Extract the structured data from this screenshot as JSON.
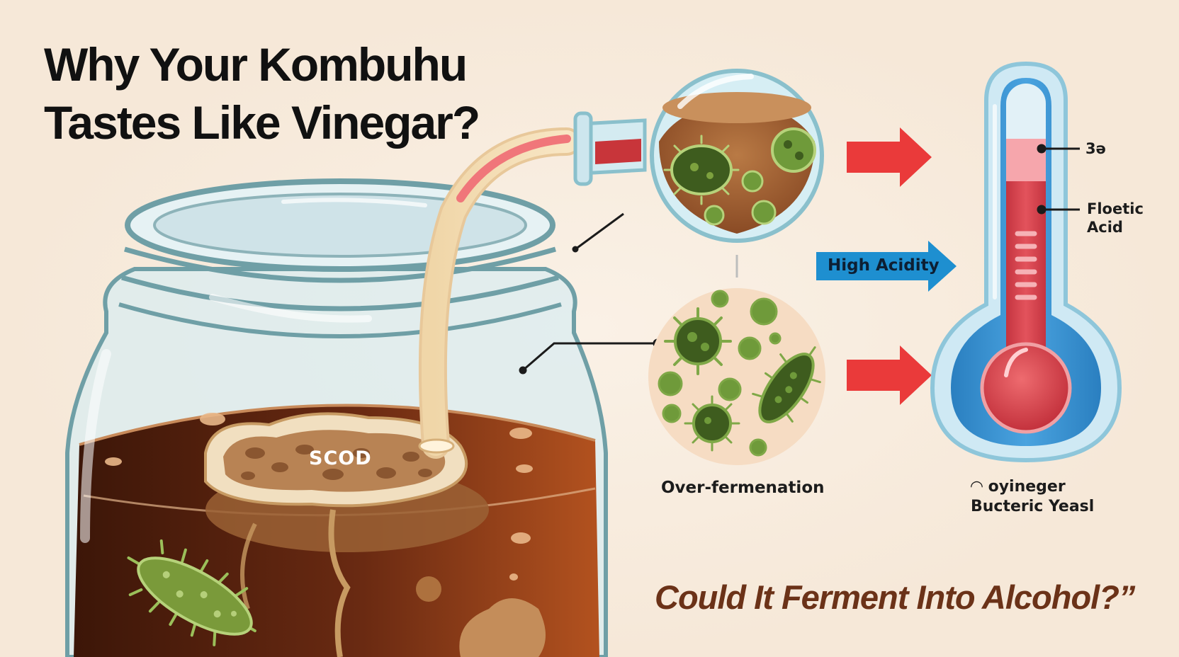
{
  "title": {
    "line1": "Why Your Kombuhu",
    "line2": "Tastes Like Vinegar?"
  },
  "labels": {
    "scoby": "SCOD",
    "high_acidity": "High Acidity",
    "over_fermentation": "Over-fermenation",
    "thermo_top": "3ə",
    "thermo_mid_line1": "Floetic",
    "thermo_mid_line2": "Acid",
    "bottom_right_line1": "◠ oyineger",
    "bottom_right_line2": "Bucteric Yeasl"
  },
  "question": "Could It Ferment Into Alcohol?”",
  "colors": {
    "background": "#f8ede0",
    "tea": "#6a2a12",
    "glass": "#cfe6ee",
    "glass_outline": "#6f9fa6",
    "bacteria_green": "#6f9a3a",
    "arrow_red": "#ea3a3a",
    "arrow_blue": "#1e8fd0",
    "thermometer_red": "#d9404a",
    "title_text": "#111111",
    "question_text": "#6b3218"
  }
}
